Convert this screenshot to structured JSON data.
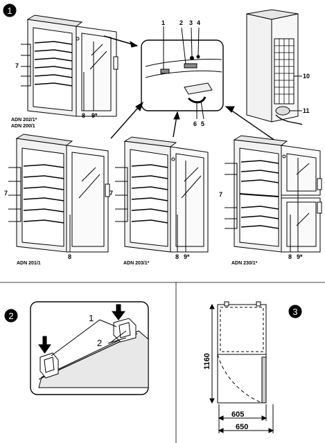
{
  "figure1": {
    "badge": "1",
    "labels": {
      "shelves": "7",
      "shelves_203": "7",
      "shelves_230": "7",
      "part_8": "8",
      "part_9": "9*",
      "part_1": "1",
      "part_2": "2",
      "part_3": "3",
      "part_4": "4",
      "part_6": "6",
      "part_5": "5",
      "part_10": "10",
      "part_11": "11"
    },
    "models": {
      "top_left_line1": "ADN 202/1*",
      "top_left_line2": "ADN 200/1",
      "bottom_left": "ADN 201/1",
      "bottom_mid": "ADN 203/1*",
      "bottom_right": "ADN 230/1*"
    }
  },
  "figure2": {
    "badge": "2",
    "labels": {
      "part_1": "1",
      "part_2": "2"
    }
  },
  "figure3": {
    "badge": "3",
    "dimensions": {
      "height": "1160",
      "depth": "605",
      "depth_open": "650"
    }
  }
}
